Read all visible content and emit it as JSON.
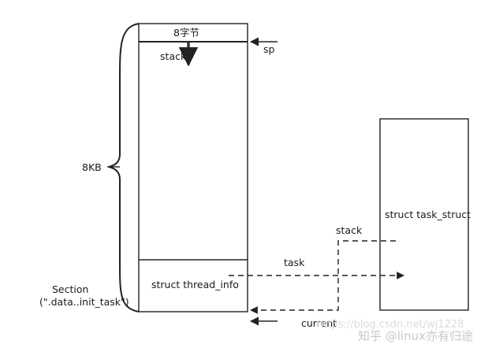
{
  "labels": {
    "top_cell": "8字节",
    "stack_inside": "stack",
    "sp": "sp",
    "size": "8KB",
    "section_line1": "Section",
    "section_line2": "(\".data..init_task\")",
    "thread_info": "struct thread_info",
    "task_struct": "struct task_struct",
    "task": "task",
    "stack_link": "stack",
    "current": "current"
  },
  "watermark": {
    "brand": "知乎 @linux亦有归途",
    "url": "https://blog.csdn.net/wj1228"
  }
}
